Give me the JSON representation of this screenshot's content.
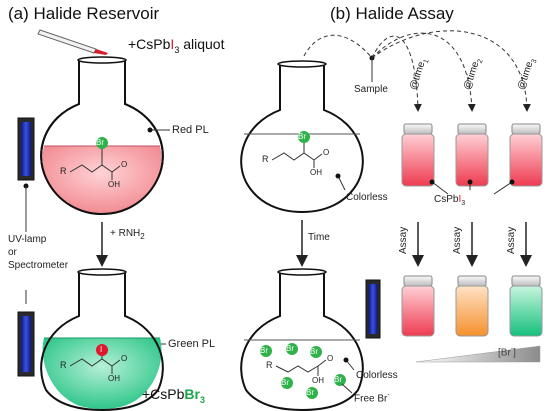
{
  "panels": {
    "a_title": "(a) Halide Reservoir",
    "b_title": "(b) Halide Assay"
  },
  "panel_a": {
    "aliquot_prefix": "+CsPb",
    "aliquot_halide": "I",
    "aliquot_sub": "3",
    "aliquot_suffix": " aliquot",
    "red_pl": "Red PL",
    "reagent": "+ RNH",
    "reagent_sub": "2",
    "lamp_label_1": "UV-lamp",
    "lamp_label_2": "or",
    "lamp_label_3": "Spectrometer",
    "green_pl": "Green PL",
    "product_prefix": "+CsPb",
    "product_halide": "Br",
    "product_sub": "3",
    "top_atom": "Br",
    "bottom_atom": "I",
    "mol_r": "R",
    "mol_o": "O",
    "mol_oh": "OH"
  },
  "panel_b": {
    "sample": "Sample",
    "time_labels": [
      "@time",
      "@time",
      "@time"
    ],
    "time_subs": [
      "1",
      "2",
      "3"
    ],
    "colorless_top": "Colorless",
    "time_arrow": "Time",
    "cspb_prefix": "CsPb",
    "cspb_halide": "I",
    "cspb_sub": "3",
    "assay_labels": [
      "Assay",
      "Assay",
      "Assay"
    ],
    "br_gradient": "[Br",
    "br_gradient_sup": "-",
    "br_gradient_end": "]",
    "colorless_bottom": "Colorless",
    "free_br": "Free Br",
    "free_br_sup": "-",
    "top_atom": "Br",
    "free_atoms": [
      "Br",
      "Br",
      "Br",
      "Br",
      "Br",
      "Br"
    ],
    "mol_r": "R",
    "mol_o": "O",
    "mol_oh": "OH"
  },
  "colors": {
    "red_pl": "#f7a3a8",
    "green_pl": "#5fd3a2",
    "br_atom": "#2fb24a",
    "iodine_atom": "#e0182d",
    "vial_top_red": "#f05b6b",
    "vial_orange": "#f7a64a",
    "vial_green": "#2fcf8c",
    "lamp_blue": "#1b2fa8"
  }
}
